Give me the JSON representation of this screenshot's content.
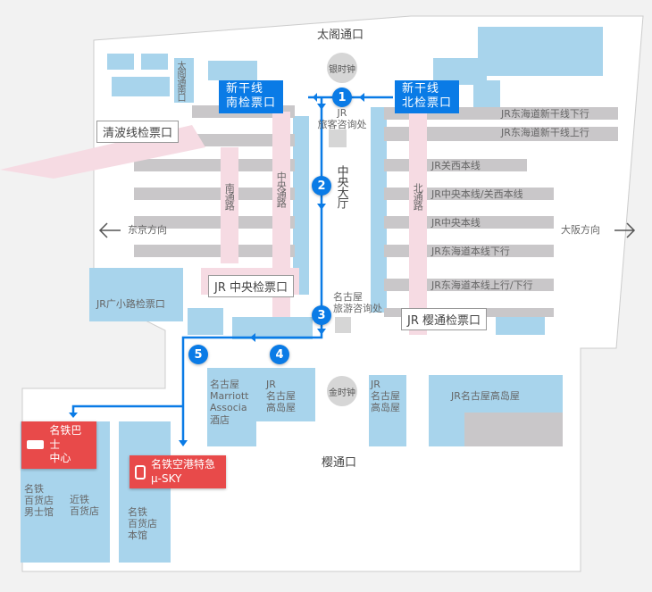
{
  "entrances": {
    "taiko": "太阁通口",
    "taiko_south": "太阁通南口",
    "sakura": "樱通口"
  },
  "clocks": {
    "silver": "银时钟",
    "gold": "金时钟"
  },
  "gates": {
    "shinkansen_south": [
      "新干线",
      "南检票口"
    ],
    "shinkansen_north": [
      "新干线",
      "北检票口"
    ],
    "seiha": "清波线检票口",
    "jr_central": "JR 中央检票口",
    "jr_hirokoji": "JR广小路检票口",
    "jr_sakura": "JR 樱通检票口"
  },
  "info": {
    "jr": [
      "JR",
      "旅客咨询处"
    ],
    "nagoya": [
      "名古屋",
      "旅游咨询处"
    ]
  },
  "halls": {
    "central": "中央大厅",
    "south_passage": "南通路",
    "central_passage": "中央通路",
    "north_passage": "北通路"
  },
  "directions": {
    "tokyo": "东京方向",
    "osaka": "大阪方向"
  },
  "tracks": [
    "JR东海道新干线下行",
    "JR东海道新干线上行",
    "JR关西本线",
    "JR中央本线/关西本线",
    "JR中央本线",
    "JR东海道本线下行",
    "JR东海道本线上行/下行"
  ],
  "stores": {
    "marriott": [
      "名古屋",
      "Marriott",
      "Associa",
      "酒店"
    ],
    "takashimaya_a": [
      "JR",
      "名古屋",
      "高岛屋"
    ],
    "takashimaya_b": [
      "JR",
      "名古屋",
      "高岛屋"
    ],
    "takashimaya_c": "JR名古屋高岛屋",
    "meitetsu_men": [
      "名铁",
      "百货店",
      "男士馆"
    ],
    "kintetsu": [
      "近铁",
      "百货店"
    ],
    "meitetsu_main": [
      "名铁",
      "百货店",
      "本馆"
    ]
  },
  "destinations": {
    "bus": [
      "名铁巴士",
      "中心"
    ],
    "sky": [
      "名铁空港特急",
      "μ-SKY"
    ]
  },
  "route_steps": [
    "1",
    "2",
    "3",
    "4",
    "5"
  ],
  "colors": {
    "route": "#0a7be6",
    "shop": "#a8d4ec",
    "track": "#c9c7c9",
    "passage": "#f6dbe3",
    "dest": "#e84a4a"
  }
}
